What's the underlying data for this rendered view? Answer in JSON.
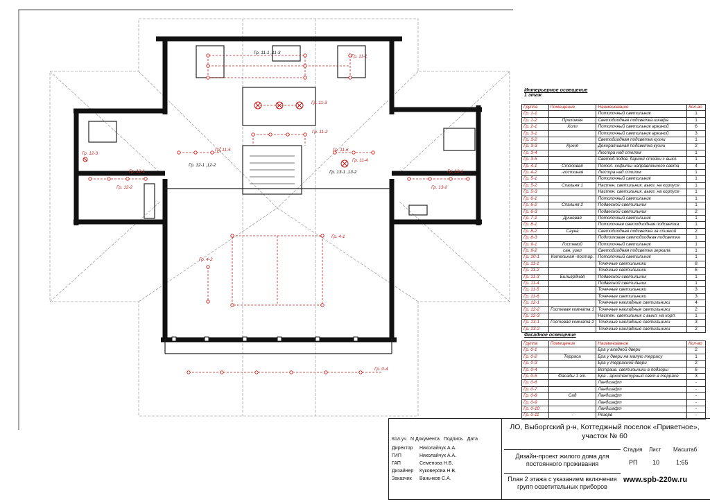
{
  "interior_title": "Интерьерное освещение",
  "interior_floor": "1 этаж",
  "table_headers": {
    "group": "Группа",
    "room": "Помещение",
    "name": "Наименование",
    "qty": "Кол-во"
  },
  "interior_rows": [
    {
      "g": "Гр. 1-1",
      "room": "",
      "name": "Потолочный светильник",
      "q": "1"
    },
    {
      "g": "Гр. 1-2",
      "room": "Прихожая",
      "name": "Светодиодная подсветка шкафа",
      "q": "1"
    },
    {
      "g": "Гр. 2-1",
      "room": "Холл",
      "name": "Потолочный светильник врезной",
      "q": "6"
    },
    {
      "g": "Гр. 3-1",
      "room": "",
      "name": "Потолочный светильник врезной",
      "q": "3"
    },
    {
      "g": "Гр. 3-2",
      "room": "",
      "name": "Светодиодная подсветка кухни",
      "q": "1"
    },
    {
      "g": "Гр. 3-3",
      "room": "Кухня",
      "name": "Декоративная подсветка кухни",
      "q": "2"
    },
    {
      "g": "Гр. 3-4",
      "room": "",
      "name": "Люстра над столом",
      "q": "1"
    },
    {
      "g": "Гр. 3-5",
      "room": "",
      "name": "Светод.подсв. барной стойки с выкл.",
      "q": "1"
    },
    {
      "g": "Гр. 4-1",
      "room": "Столовая",
      "name": "Потол. софиты направленного света",
      "q": "4"
    },
    {
      "g": "Гр. 4-2",
      "room": "-гостиная",
      "name": "Люстра над столом",
      "q": "1"
    },
    {
      "g": "Гр. 5-1",
      "room": "",
      "name": "Потолочный светильник",
      "q": "1"
    },
    {
      "g": "Гр. 5-2",
      "room": "Спальня 1",
      "name": "Настен. светильник. выкл. на корпусе",
      "q": "1"
    },
    {
      "g": "Гр. 5-3",
      "room": "",
      "name": "Настен. светильник. выкл. на корпусе",
      "q": "1"
    },
    {
      "g": "Гр. 6-1",
      "room": "",
      "name": "Потолочный светильник",
      "q": "1"
    },
    {
      "g": "Гр. 6-2",
      "room": "Спальня 2",
      "name": "Подвесной светильник",
      "q": "1"
    },
    {
      "g": "Гр. 6-3",
      "room": "",
      "name": "Подвесной светильник",
      "q": "2"
    },
    {
      "g": "Гр. 7-1",
      "room": "Душевая",
      "name": "Потолочный светильник",
      "q": "1"
    },
    {
      "g": "Гр. 8-1",
      "room": "",
      "name": "Потолочная светодиодная подсветка",
      "q": "1"
    },
    {
      "g": "Гр. 8-2",
      "room": "Сауна",
      "name": "Светодиодная подсветка за спинкой",
      "q": "2"
    },
    {
      "g": "Гр. 8-3",
      "room": "",
      "name": "Подполковая светодиодная подсветка",
      "q": "1"
    },
    {
      "g": "Гр. 9-1",
      "room": "Гостевой",
      "name": "Потолочный светильник",
      "q": "1"
    },
    {
      "g": "Гр. 9-2",
      "room": "сан. узел",
      "name": "Светодиодная подсветка зеркала",
      "q": "1"
    },
    {
      "g": "Гр. 10-1",
      "room": "Котельная -постир.",
      "name": "Потолочный светильник",
      "q": "1"
    },
    {
      "g": "Гр. 11-1",
      "room": "",
      "name": "Точечные светильники",
      "q": "8"
    },
    {
      "g": "Гр. 11-2",
      "room": "",
      "name": "Точечные светильники",
      "q": "6"
    },
    {
      "g": "Гр. 11-3",
      "room": "Бильярдная",
      "name": "Подвесной светильник",
      "q": "1"
    },
    {
      "g": "Гр. 11-4",
      "room": "",
      "name": "Подвесной светильник",
      "q": "1"
    },
    {
      "g": "Гр. 11-5",
      "room": "",
      "name": "Точечные светильники",
      "q": "3"
    },
    {
      "g": "Гр. 11-6",
      "room": "",
      "name": "Точечные светильники",
      "q": "3"
    },
    {
      "g": "Гр. 12-1",
      "room": "",
      "name": "Точечные накладные светильники",
      "q": "4"
    },
    {
      "g": "Гр. 12-2",
      "room": "Гостевая комната 1",
      "name": "Точечные накладные светильники",
      "q": "2"
    },
    {
      "g": "Гр. 12-3",
      "room": "",
      "name": "Настен. светильник с выкл. на корп.",
      "q": "1"
    },
    {
      "g": "Гр. 13-1",
      "room": "Гостевая комната 2",
      "name": "Точечные накладные светильники",
      "q": "3"
    },
    {
      "g": "Гр. 13-2",
      "room": "",
      "name": "Точечные накладные светильники",
      "q": "2"
    }
  ],
  "facade_title": "Фасадное освещение",
  "facade_rows": [
    {
      "g": "Гр. 0-1",
      "room": "",
      "name": "Бра у входной двери",
      "q": "2"
    },
    {
      "g": "Гр. 0-2",
      "room": "Терраса",
      "name": "Бра у двери на малую террасу",
      "q": "1"
    },
    {
      "g": "Гр. 0-3",
      "room": "",
      "name": "Бра у террасной двери",
      "q": "2"
    },
    {
      "g": "Гр. 0-4",
      "room": "",
      "name": "Встраив. светильники в подзоры",
      "q": "6"
    },
    {
      "g": "Гр. 0-5",
      "room": "Фасады 1 эт.",
      "name": "Бра - архитектурный свет в террасе",
      "q": "3"
    },
    {
      "g": "Гр. 0-6",
      "room": "",
      "name": "Ландшафт",
      "q": "-"
    },
    {
      "g": "Гр. 0-7",
      "room": "",
      "name": "Ландшафт",
      "q": "-"
    },
    {
      "g": "Гр. 0-8",
      "room": "Сад",
      "name": "Ландшафт",
      "q": "-"
    },
    {
      "g": "Гр. 0-9",
      "room": "",
      "name": "Ландшафт",
      "q": "-"
    },
    {
      "g": "Гр. 0-10",
      "room": "",
      "name": "Ландшафт",
      "q": "-"
    },
    {
      "g": "Гр. 0-11",
      "room": "-",
      "name": "Резерв",
      "q": "-"
    }
  ],
  "plan_labels": {
    "g11_1_11_3": "Гр. 11-1 ,11-3",
    "g11_1": "Гр. 11-1",
    "g11_3": "Гр. 11-3",
    "g11_2": "Гр. 11-2",
    "g11_5": "Гр. 11-5",
    "g11_6": "Гр. 11-6",
    "g11_4": "Гр. 11-4",
    "g12_1_12_2": "Гр. 12-1 ,12-2",
    "g13_1_13_2": "Гр. 13-1 ,13-2",
    "g12_3": "Гр. 12-3",
    "g12_1": "Гр. 12-1",
    "g12_2": "Гр. 12-2",
    "g13_1": "Гр. 13-1",
    "g13_2": "Гр. 13-2",
    "g4_1": "Гр. 4-1",
    "g4_2": "Гр. 4-2",
    "g0_4": "Гр. 0-4"
  },
  "stamp": {
    "address": "ЛО, Выборгский р-н, Коттеджный поселок «Приветное», участок № 60",
    "col_headers": [
      "Кол.уч",
      "N Документа",
      "Подпись",
      "Дата"
    ],
    "roles": [
      {
        "role": "Директор",
        "name": "Николайчук А.А."
      },
      {
        "role": "ГИП",
        "name": "Николайчук А.А."
      },
      {
        "role": "ГАП",
        "name": "Семенова Н.Б."
      },
      {
        "role": "Дизайнер",
        "name": "Куковерова Н.В."
      },
      {
        "role": "Заказчик",
        "name": "Ваньчков С.А."
      }
    ],
    "project": "Дизайн-проект жилого дома для постоянного проживания",
    "stage_label": "Стадия",
    "sheet_label": "Лист",
    "scale_label": "Масштаб",
    "stage": "РП",
    "sheet": "10",
    "scale": "1:65",
    "drawing_title": "План 2 этажа с указанием включения групп осветительных приборов",
    "website": "www.spb-220w.ru"
  },
  "colors": {
    "accent": "#c0201c",
    "wall": "#111111",
    "line": "#555555"
  }
}
